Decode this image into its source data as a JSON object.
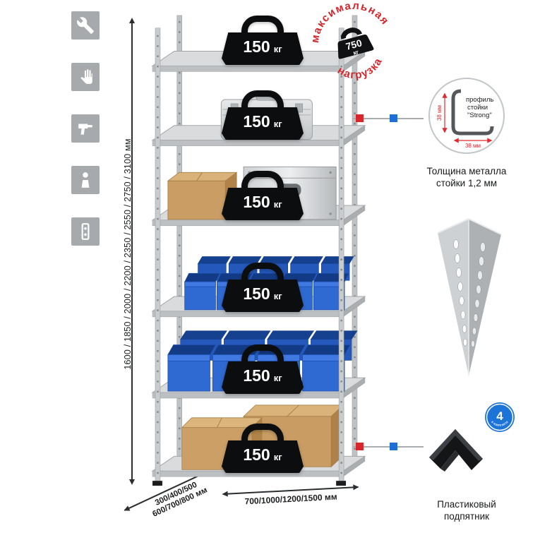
{
  "sidebar": {
    "icons": [
      {
        "name": "wrench"
      },
      {
        "name": "gloves"
      },
      {
        "name": "drill"
      },
      {
        "name": "person"
      },
      {
        "name": "level"
      }
    ]
  },
  "dimensions": {
    "height": "1600 / 1850 / 2000 / 2200 / 2350 / 2550 / 2750 / 3100 мм",
    "depth_line1": "300/400/500",
    "depth_line2": "600/700/800 мм",
    "width": "700/1000/1200/1500 мм"
  },
  "rack": {
    "shelf_count": 6,
    "load": {
      "value": "150",
      "unit": "кг"
    }
  },
  "stamp": {
    "top": "максимальная",
    "bottom": "нагрузка",
    "value": "750",
    "unit": "кг"
  },
  "profile_detail": {
    "label_line1": "профиль",
    "label_line2": "стойки",
    "label_line3": "\"Strong\"",
    "dim_vertical": "38 мм",
    "dim_horizontal": "38 мм",
    "caption_line1": "Толщина металла",
    "caption_line2": "стойки 1,2 мм"
  },
  "foot_detail": {
    "badge_value": "4",
    "badge_text": "в комплекте",
    "caption_line1": "Пластиковый",
    "caption_line2": "подпятник"
  },
  "colors": {
    "accent_red": "#d8262c",
    "accent_blue": "#1d6fd6",
    "bin_blue": "#2a66cf",
    "cardboard": "#c99d63",
    "metal_gray": "#c6c9cb"
  }
}
